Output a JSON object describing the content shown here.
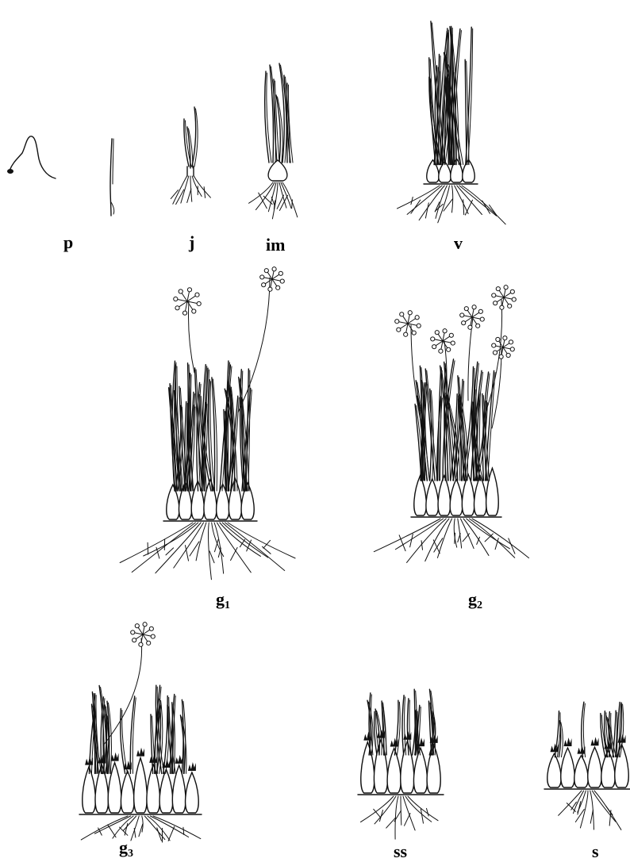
{
  "figure": {
    "stages": [
      {
        "key": "p",
        "label": "p",
        "sub": ""
      },
      {
        "key": "j",
        "label": "j",
        "sub": ""
      },
      {
        "key": "im",
        "label": "im",
        "sub": ""
      },
      {
        "key": "v",
        "label": "v",
        "sub": ""
      },
      {
        "key": "g1",
        "label": "g",
        "sub": "1"
      },
      {
        "key": "g2",
        "label": "g",
        "sub": "2"
      },
      {
        "key": "g3",
        "label": "g",
        "sub": "3"
      },
      {
        "key": "ss",
        "label": "ss",
        "sub": ""
      },
      {
        "key": "s",
        "label": "s",
        "sub": ""
      }
    ]
  }
}
